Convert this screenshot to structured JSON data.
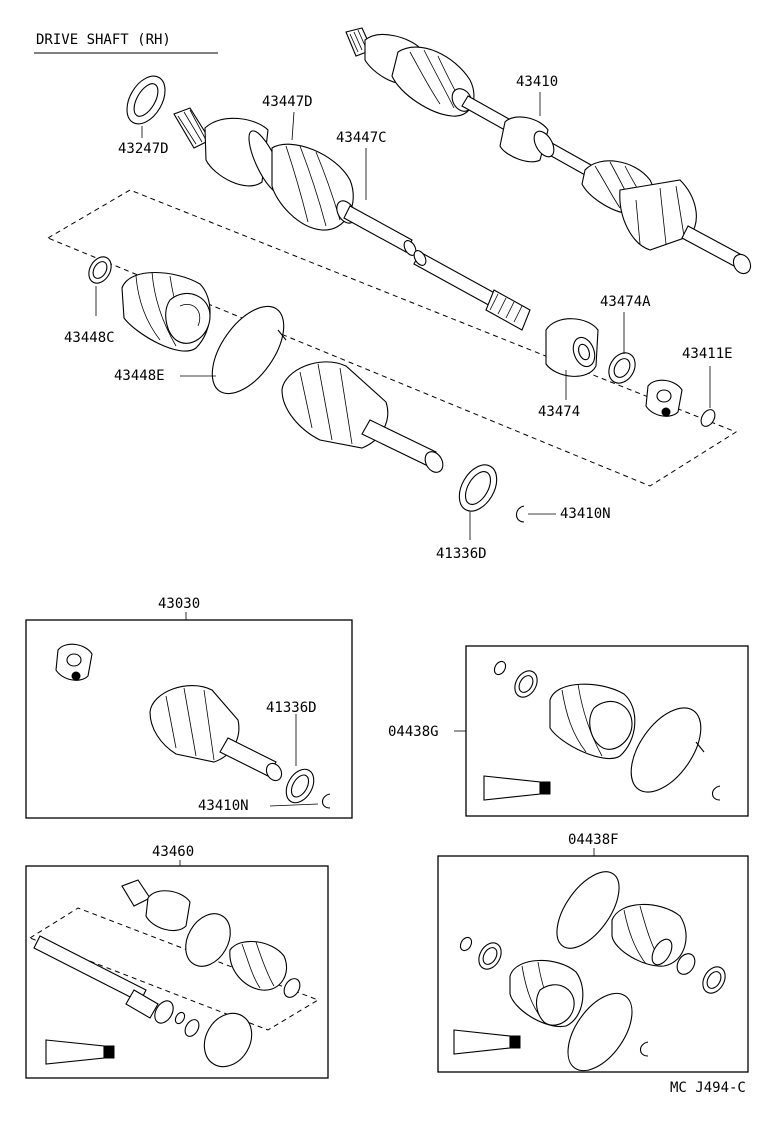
{
  "title": "DRIVE SHAFT (RH)",
  "footer_code": "MC J494-C",
  "part_labels": {
    "p43247D": "43247D",
    "p43447D": "43447D",
    "p43447C": "43447C",
    "p43410": "43410",
    "p43448C": "43448C",
    "p43448E": "43448E",
    "p43474A": "43474A",
    "p43411E": "43411E",
    "p43474": "43474",
    "p43410N": "43410N",
    "p41336D": "41336D"
  },
  "kits": {
    "k43030": {
      "label": "43030",
      "items": {
        "a": "41336D",
        "b": "43410N"
      }
    },
    "k04438G": {
      "label": "04438G"
    },
    "k43460": {
      "label": "43460"
    },
    "k04438F": {
      "label": "04438F"
    }
  }
}
